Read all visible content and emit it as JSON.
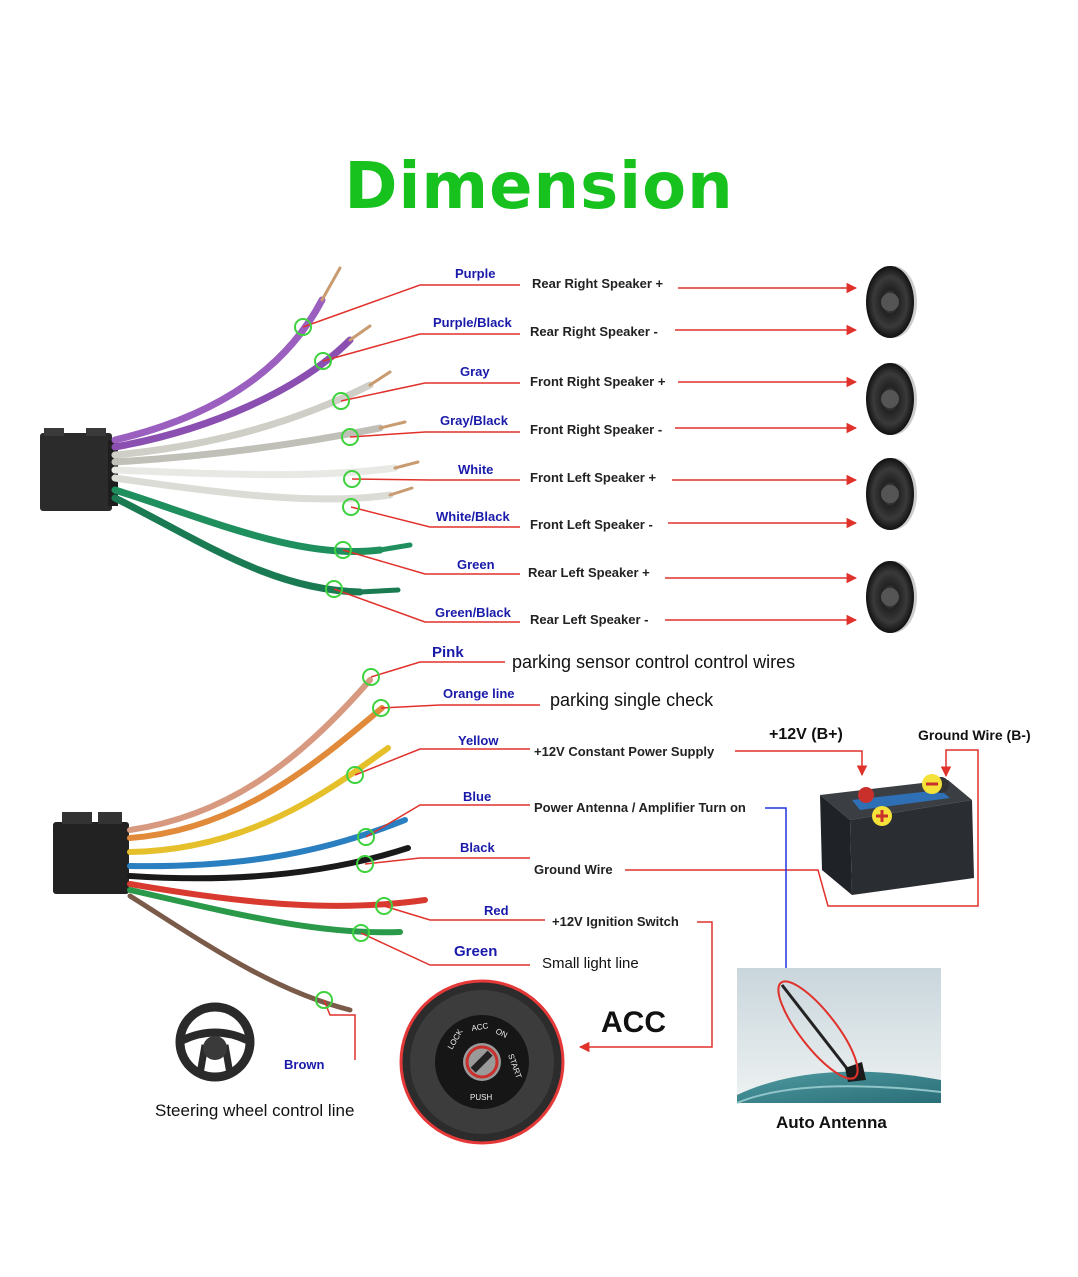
{
  "title": "Dimension",
  "speaker_wires": [
    {
      "color_name": "Purple",
      "function": "Rear Right Speaker +",
      "wire_color": "#9b5fc0"
    },
    {
      "color_name": "Purple/Black",
      "function": "Rear Right Speaker -",
      "wire_color": "#8a4fb0"
    },
    {
      "color_name": "Gray",
      "function": "Front Right Speaker +",
      "wire_color": "#d0d0c8"
    },
    {
      "color_name": "Gray/Black",
      "function": "Front Right Speaker -",
      "wire_color": "#c4c4bc"
    },
    {
      "color_name": "White",
      "function": "Front Left Speaker +",
      "wire_color": "#ededea"
    },
    {
      "color_name": "White/Black",
      "function": "Front Left Speaker -",
      "wire_color": "#e2e2de"
    },
    {
      "color_name": "Green",
      "function": "Rear Left Speaker +",
      "wire_color": "#1f8f5e"
    },
    {
      "color_name": "Green/Black",
      "function": "Rear Left Speaker -",
      "wire_color": "#1a7a52"
    }
  ],
  "power_wires": [
    {
      "color_name": "Pink",
      "function": "parking sensor control control wires",
      "wire_color": "#d79a80"
    },
    {
      "color_name": "Orange line",
      "function": "parking single check",
      "wire_color": "#e08a3a"
    },
    {
      "color_name": "Yellow",
      "function": "+12V Constant Power Supply",
      "wire_color": "#e6c02a"
    },
    {
      "color_name": "Blue",
      "function": "Power Antenna / Amplifier Turn on",
      "wire_color": "#2a7fc0"
    },
    {
      "color_name": "Black",
      "function": "Ground Wire",
      "wire_color": "#1a1a1a"
    },
    {
      "color_name": "Red",
      "function": "+12V  Ignition Switch",
      "wire_color": "#d83a30"
    },
    {
      "color_name": "Green",
      "function": "Small light line",
      "wire_color": "#2a9a4a"
    },
    {
      "color_name": "Brown",
      "function": "Steering wheel control line",
      "wire_color": "#7a5a48"
    }
  ],
  "battery": {
    "positive_label": "+12V  (B+)",
    "negative_label": "Ground Wire (B-)"
  },
  "acc_label": "ACC",
  "ignition_words": [
    "LOCK",
    "ACC",
    "ON",
    "START",
    "PUSH"
  ],
  "antenna_caption": "Auto Antenna",
  "colors": {
    "title": "#17c21f",
    "leader": "#e0312b",
    "marker": "#3ed23e",
    "wire_label": "#1a1aaa",
    "antenna_arrow": "#2233dd"
  }
}
